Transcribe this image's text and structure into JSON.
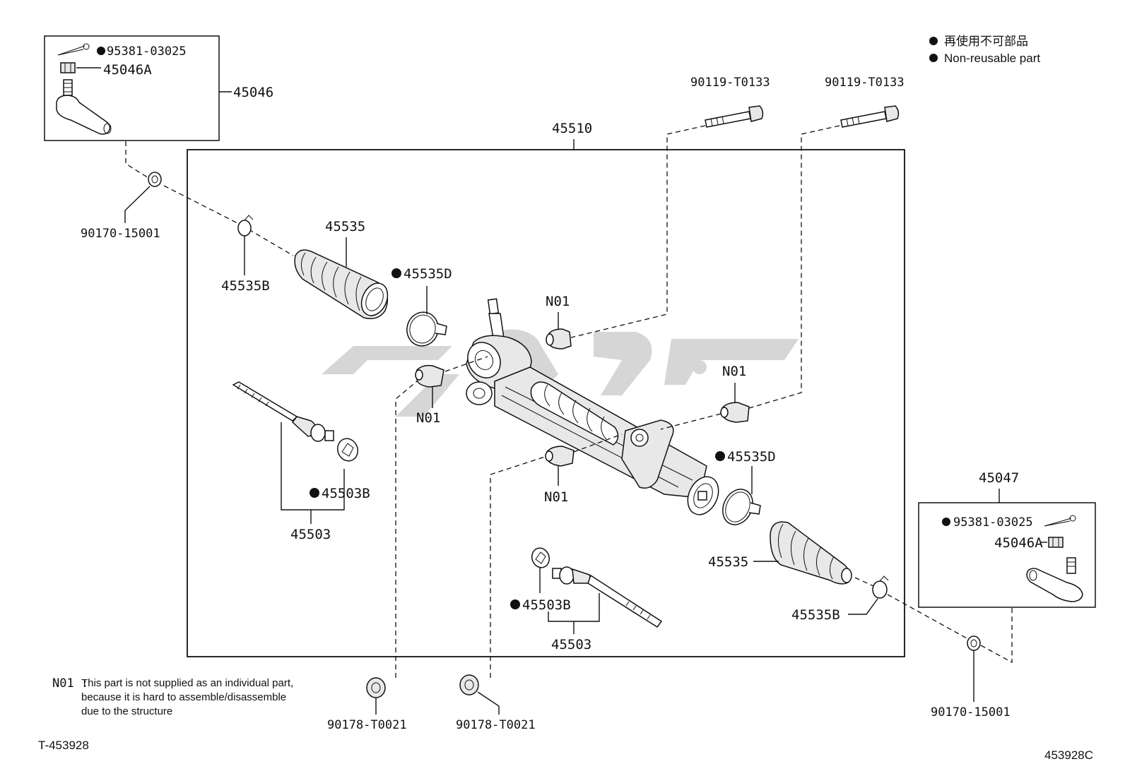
{
  "legend": {
    "japanese": "再使用不可部品",
    "english": "Non-reusable part"
  },
  "labels": {
    "tie_end_left_cotter": "95381-03025",
    "tie_end_left_nut": "45046A",
    "tie_end_left_assy": "45046",
    "bolt_a": "90119-T0133",
    "bolt_b": "90119-T0133",
    "rack_assy": "45510",
    "lock_nut_left": "90170-15001",
    "clip_left": "45535B",
    "boot_left": "45535",
    "clamp_left": "45535D",
    "bushing_top": "N01",
    "bushing_left": "N01",
    "bushing_right": "N01",
    "bushing_bottom": "N01",
    "washer_left": "45503B",
    "rod_left": "45503",
    "clamp_right": "45535D",
    "boot_right": "45535",
    "washer_right": "45503B",
    "rod_right": "45503",
    "clip_right": "45535B",
    "tie_end_right_assy": "45047",
    "tie_end_right_cotter": "95381-03025",
    "tie_end_right_nut": "45046A",
    "lock_nut_right": "90170-15001",
    "nut_bottom_left": "90178-T0021",
    "nut_bottom_right": "90178-T0021"
  },
  "note": {
    "prefix": "N01 :",
    "line1": "This part is not supplied as an individual part,",
    "line2": "because it is hard to assemble/disassemble",
    "line3": "due to the structure"
  },
  "footer": {
    "left_id": "T-453928",
    "right_id": "453928C"
  }
}
